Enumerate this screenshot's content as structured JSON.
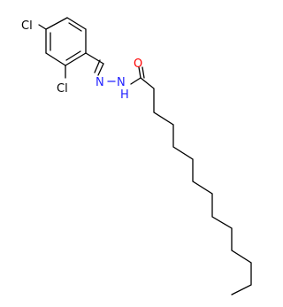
{
  "molecule": {
    "atoms": {
      "cl_top": "Cl",
      "cl_ring": "Cl",
      "n_imine": "N",
      "nh_amide": "N",
      "nh_hydrogen": "H",
      "o_carbonyl": "O"
    },
    "colors": {
      "bond": "#000000",
      "chlorine": "#000000",
      "nitrogen": "#2121ff",
      "oxygen": "#ff0000"
    }
  }
}
